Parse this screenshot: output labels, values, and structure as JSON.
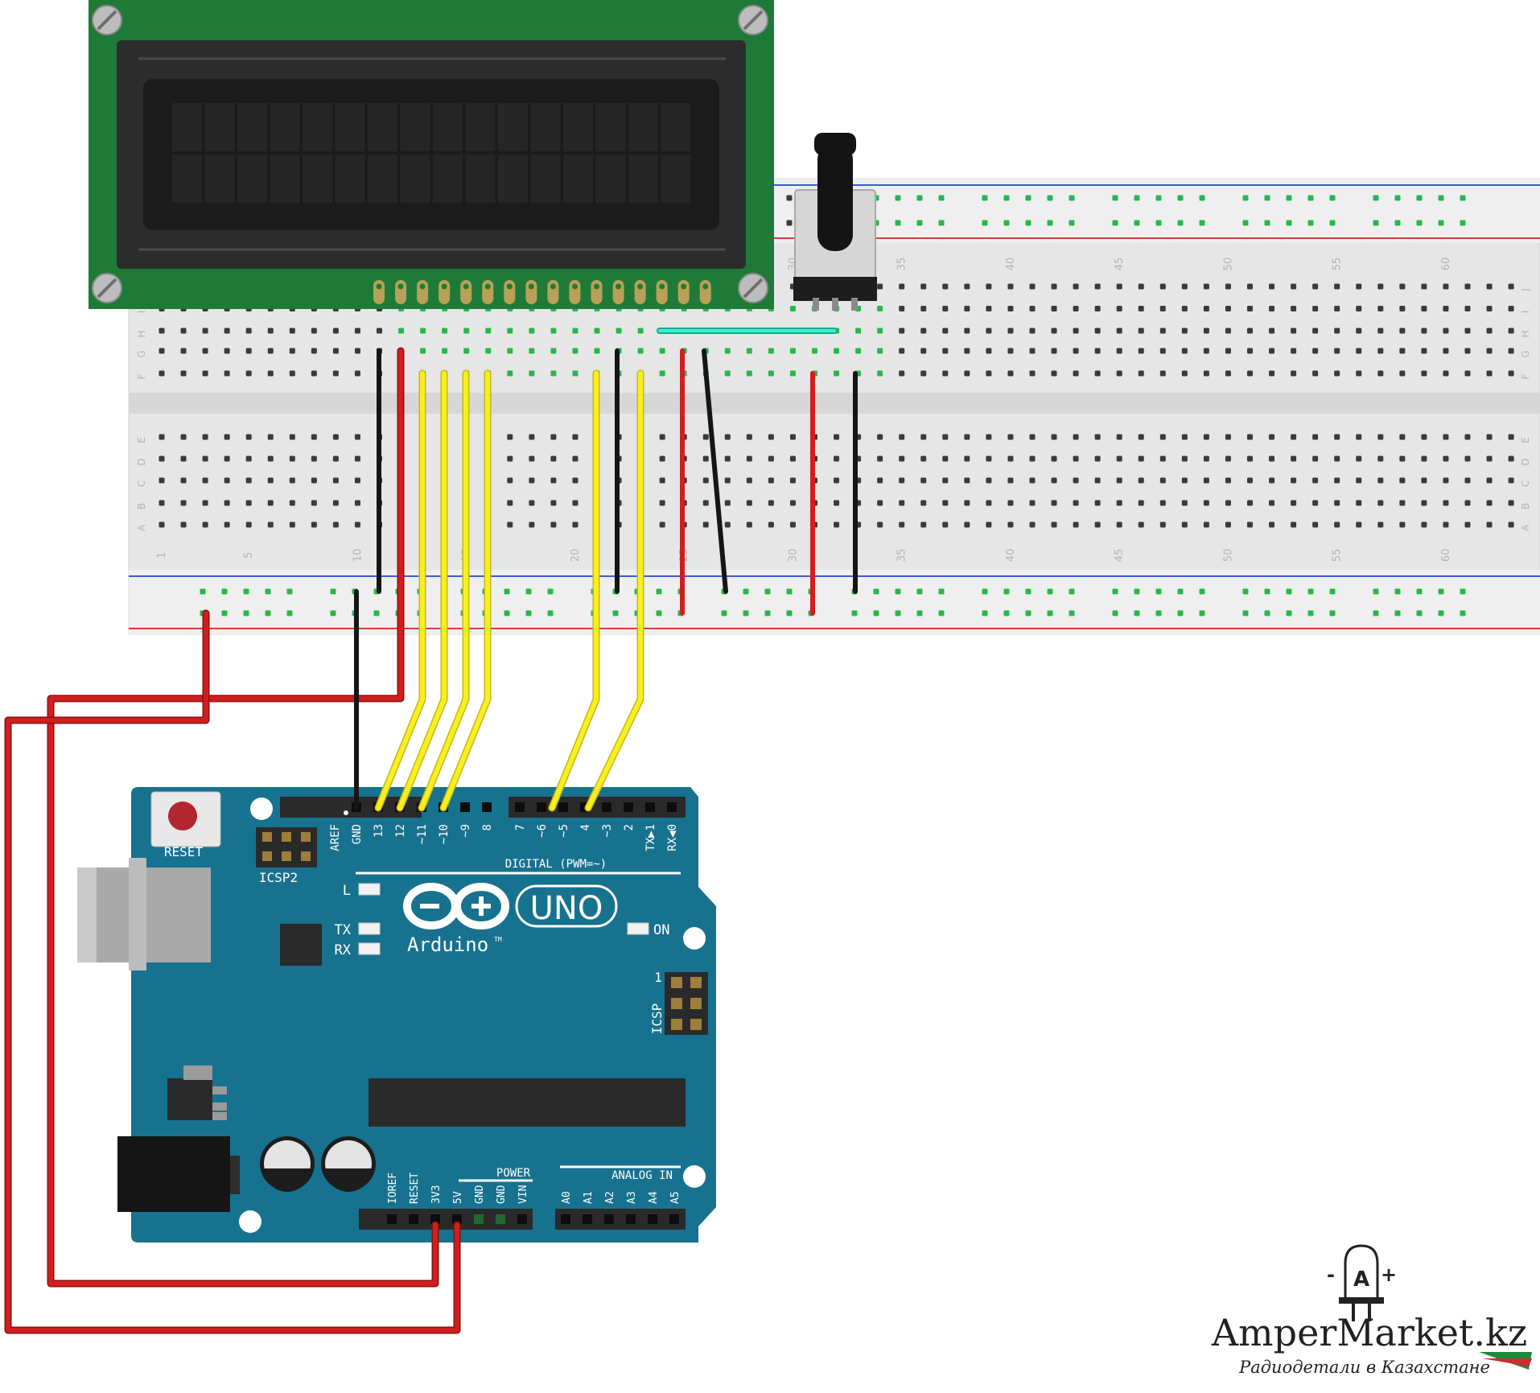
{
  "breadboard": {
    "row_letters_top": [
      "J",
      "I",
      "H",
      "G",
      "F"
    ],
    "row_letters_bottom": [
      "E",
      "D",
      "C",
      "B",
      "A"
    ],
    "column_numbers": [
      "1",
      "5",
      "10",
      "15",
      "20",
      "25",
      "30",
      "35",
      "40",
      "45",
      "50",
      "55",
      "60"
    ]
  },
  "arduino": {
    "reset_label": "RESET",
    "icsp2_label": "ICSP2",
    "icsp_label": "ICSP",
    "icsp_pin1": "1",
    "led_l": "L",
    "led_tx": "TX",
    "led_rx": "RX",
    "led_on": "ON",
    "logo_text": "Arduino",
    "logo_tm": "TM",
    "model": "UNO",
    "digital_header_label": "DIGITAL (PWM=~)",
    "digital_pins": [
      "AREF",
      "GND",
      "13",
      "12",
      "~11",
      "~10",
      "~9",
      "8",
      "7",
      "~6",
      "~5",
      "4",
      "~3",
      "2",
      "TX▶1",
      "RX◀0"
    ],
    "power_header_label": "POWER",
    "power_pins": [
      "IOREF",
      "RESET",
      "3V3",
      "5V",
      "GND",
      "GND",
      "VIN"
    ],
    "analog_header_label": "ANALOG IN",
    "analog_pins": [
      "A0",
      "A1",
      "A2",
      "A3",
      "A4",
      "A5"
    ]
  },
  "watermark": {
    "brand": "AmperMarket.kz",
    "tagline": "Радиодетали в Казахстане",
    "logo_letter": "A",
    "logo_minus": "-",
    "logo_plus": "+"
  },
  "colors": {
    "lcd_pcb": "#1f7a38",
    "arduino_board": "#17728f",
    "breadboard": "#e9e9e9",
    "wire_red": "#c51a1a",
    "wire_black": "#151515",
    "wire_yellow": "#f6ea1a",
    "wire_cyan": "#27d3b1",
    "rail_red": "#d63b3b",
    "rail_blue": "#3b5bd6"
  }
}
